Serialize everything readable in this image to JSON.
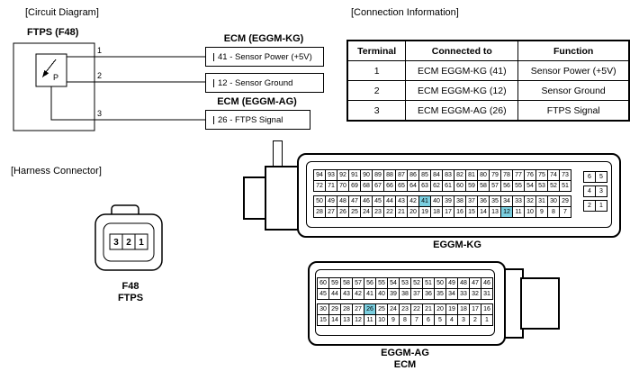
{
  "colors": {
    "pin_highlight": "#7bcfe0",
    "line": "#000000",
    "background": "#ffffff"
  },
  "titles": {
    "circuit": "[Circuit Diagram]",
    "connection": "[Connection Information]",
    "harness": "[Harness Connector]"
  },
  "circuit": {
    "sensor_label": "FTPS (F48)",
    "sensor_symbol": "P",
    "wire_numbers": [
      "1",
      "2",
      "3"
    ],
    "ecm_kg": {
      "title": "ECM (EGGM-KG)",
      "pin_boxes": [
        "41 - Sensor Power (+5V)",
        "12 - Sensor Ground"
      ]
    },
    "ecm_ag": {
      "title": "ECM (EGGM-AG)",
      "pin_boxes": [
        "26 - FTPS Signal"
      ]
    }
  },
  "connection_table": {
    "headers": [
      "Terminal",
      "Connected to",
      "Function"
    ],
    "rows": [
      [
        "1",
        "ECM EGGM-KG (41)",
        "Sensor Power (+5V)"
      ],
      [
        "2",
        "ECM EGGM-KG (12)",
        "Sensor Ground"
      ],
      [
        "3",
        "ECM EGGM-AG (26)",
        "FTPS Signal"
      ]
    ]
  },
  "harness": {
    "pin_numbers": [
      "3",
      "2",
      "1"
    ],
    "code": "F48",
    "name": "FTPS"
  },
  "connectors": {
    "eggm_kg": {
      "label": "EGGM-KG",
      "pin_rows": [
        [
          94,
          93,
          92,
          91,
          90,
          89,
          88,
          87,
          86,
          85,
          84,
          83,
          82,
          81,
          80,
          79,
          78,
          77,
          76,
          75,
          74,
          73
        ],
        [
          72,
          71,
          70,
          69,
          68,
          67,
          66,
          65,
          64,
          63,
          62,
          61,
          60,
          59,
          58,
          57,
          56,
          55,
          54,
          53,
          52,
          51
        ],
        [
          50,
          49,
          48,
          47,
          46,
          45,
          44,
          43,
          42,
          41,
          40,
          39,
          38,
          37,
          36,
          35,
          34,
          33,
          32,
          31,
          30,
          29
        ],
        [
          28,
          27,
          26,
          25,
          24,
          23,
          22,
          21,
          20,
          19,
          18,
          17,
          16,
          15,
          14,
          13,
          12,
          11,
          10,
          9,
          8,
          7
        ]
      ],
      "side_pin_rows": [
        [
          6,
          5
        ],
        [
          4,
          3
        ],
        [
          2,
          1
        ]
      ],
      "highlighted_pins": [
        41,
        12
      ]
    },
    "eggm_ag": {
      "label": "EGGM-AG",
      "sublabel": "ECM",
      "pin_rows": [
        [
          60,
          59,
          58,
          57,
          56,
          55,
          54,
          53,
          52,
          51,
          50,
          49,
          48,
          47,
          46
        ],
        [
          45,
          44,
          43,
          42,
          41,
          40,
          39,
          38,
          37,
          36,
          35,
          34,
          33,
          32,
          31
        ],
        [
          30,
          29,
          28,
          27,
          26,
          25,
          24,
          23,
          22,
          21,
          20,
          19,
          18,
          17,
          16
        ],
        [
          15,
          14,
          13,
          12,
          11,
          10,
          9,
          8,
          7,
          6,
          5,
          4,
          3,
          2,
          1
        ]
      ],
      "highlighted_pins": [
        26
      ]
    }
  }
}
